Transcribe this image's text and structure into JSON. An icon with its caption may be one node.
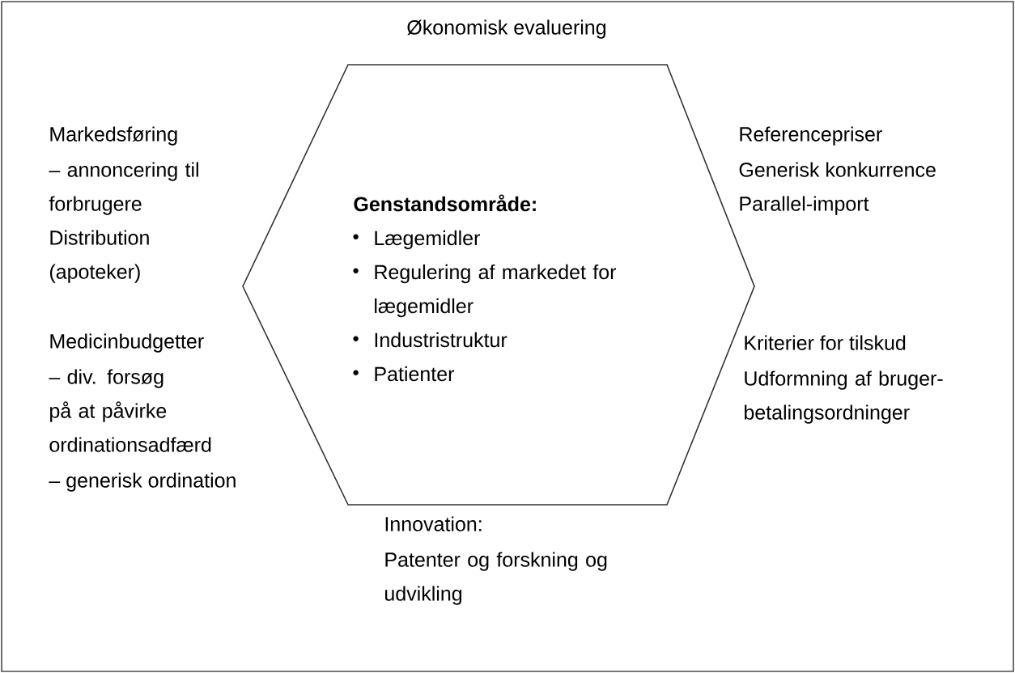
{
  "diagram": {
    "nodes": [
      {
        "text": [
          "Genstandsområde:",
          "Lægemidler",
          "Regulering af markedet for lægemidler",
          "Industristruktur",
          "Patienter"
        ]
      }
    ],
    "labels": [
      "Økonomisk evaluering",
      "Markedsføring",
      "– annoncering til forbrugere",
      "Distribution",
      "(apoteker)",
      "Referencepriser",
      "Generisk konkurrence",
      "Parallel-import",
      "Medicinbudgetter",
      "– div. forsøg på at påvirke ordinationsadfærd",
      "– generisk ordination",
      "Kriterier for tilskud",
      "Udformning af bruger-betalingsordninger",
      "Innovation:",
      "Patenter og forskning og udvikling"
    ]
  }
}
